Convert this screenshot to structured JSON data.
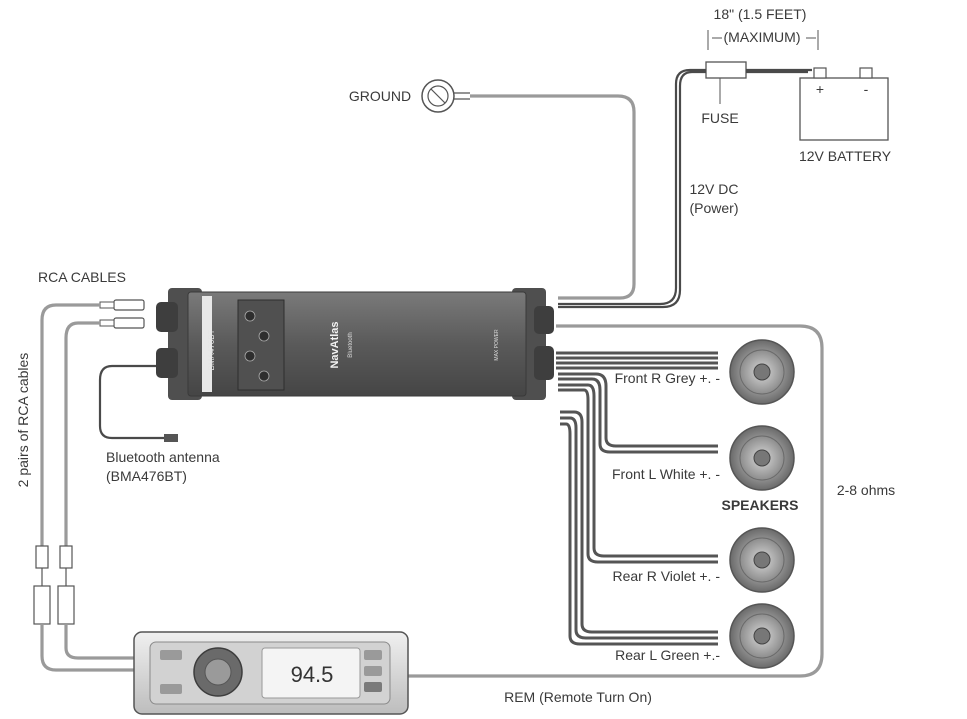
{
  "labels": {
    "fuse_length_line1": "18\" (1.5 FEET)",
    "fuse_length_line2": "(MAXIMUM)",
    "fuse": "FUSE",
    "ground": "GROUND",
    "battery": "12V BATTERY",
    "battery_plus": "+",
    "battery_minus": "-",
    "power_line1": "12V DC",
    "power_line2": "(Power)",
    "rca_cables": "RCA CABLES",
    "rca_pairs": "2 pairs of RCA cables",
    "antenna_line1": "Bluetooth antenna",
    "antenna_line2": "(BMA476BT)",
    "speakers": "SPEAKERS",
    "impedance": "2-8 ohms",
    "front_r": "Front R Grey +. -",
    "front_l": "Front L White +. -",
    "rear_r": "Rear R  Violet +. -",
    "rear_l": "Rear L Green +.-",
    "rem": "REM (Remote Turn On)"
  },
  "amplifier": {
    "model": "BMA476BT",
    "brand": "NavAtlas",
    "bluetooth": "Bluetooth",
    "max_power": "MAX POWER"
  },
  "head_unit": {
    "frequency": "94.5"
  },
  "colors": {
    "wire": "#4a4a4a",
    "amp_body": "#5f5f5f",
    "speaker": "#8a8a8a"
  }
}
